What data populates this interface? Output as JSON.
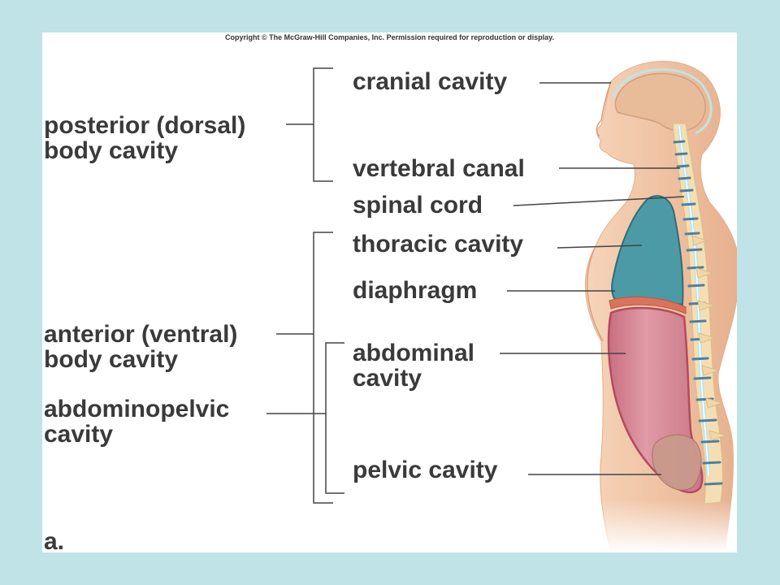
{
  "copyright": "Copyright © The McGraw-Hill Companies, Inc. Permission required for reproduction or display.",
  "labels": {
    "posterior_line1": "posterior (dorsal)",
    "posterior_line2": "body cavity",
    "anterior_line1": "anterior (ventral)",
    "anterior_line2": "body cavity",
    "abdominopelvic_line1": "abdominopelvic",
    "abdominopelvic_line2": "cavity",
    "cranial": "cranial cavity",
    "vertebral": "vertebral canal",
    "spinal_cord": "spinal cord",
    "thoracic": "thoracic cavity",
    "diaphragm": "diaphragm",
    "abdominal_line1": "abdominal",
    "abdominal_line2": "cavity",
    "pelvic": "pelvic cavity"
  },
  "figure_letter": "a.",
  "colors": {
    "frame": "#bfe3e6",
    "skin": "#f0c4a4",
    "brain": "#e8bb99",
    "thoracic": "#4c9aa5",
    "abdominal": "#d38391",
    "pelvic": "#c99a8c",
    "spine": "#f4dfb4",
    "disc": "#4f7fa0",
    "leader": "#444444"
  }
}
